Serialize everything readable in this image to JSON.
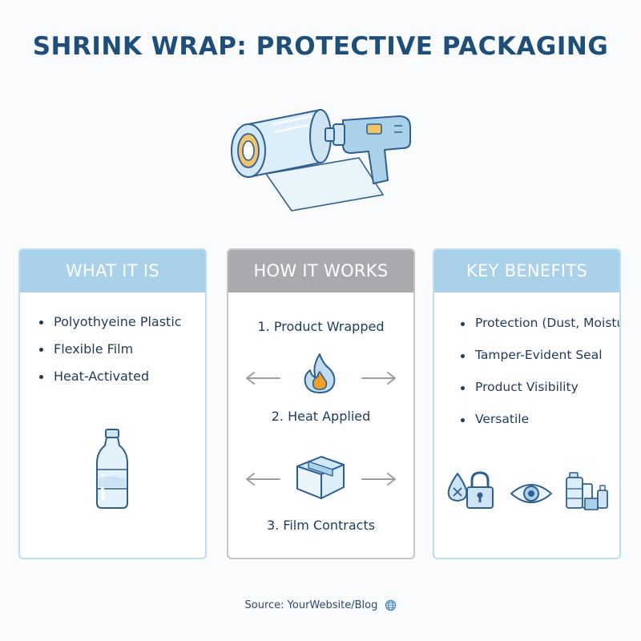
{
  "title": "SHRINK WRAP: PROTECTIVE PACKAGING",
  "hero": {
    "icons": [
      "film-roll-icon",
      "heat-gun-icon"
    ]
  },
  "panels": [
    {
      "heading": "WHAT IT IS",
      "items": [
        "Polyothyeine Plastic",
        "Flexible Film",
        "Heat-Activated"
      ],
      "icon": "bottle-icon"
    },
    {
      "heading": "HOW IT WORKS",
      "steps": [
        "1. Product Wrapped",
        "2. Heat Applied",
        "3. Film Contracts"
      ],
      "icons": [
        "flame-icon",
        "box-icon",
        "arrow-left-icon",
        "arrow-right-icon"
      ]
    },
    {
      "heading": "KEY BENEFITS",
      "items": [
        "Protection (Dust, Moisture)",
        "Tamper-Evident Seal",
        "Product Visibility",
        "Versatile"
      ],
      "icons": [
        "water-drop-icon",
        "padlock-icon",
        "eye-icon",
        "products-icon"
      ]
    }
  ],
  "source": {
    "label": "Source: YourWebsite/Blog",
    "icon": "globe-icon"
  },
  "colors": {
    "title": "#1f4e79",
    "text": "#1f3b5c",
    "header_blue": "#a9d2ea",
    "header_grey": "#a8aaad",
    "icon_stroke": "#2f5f8f",
    "icon_fill": "#cfe4f3",
    "flame": "#f0a02a"
  }
}
